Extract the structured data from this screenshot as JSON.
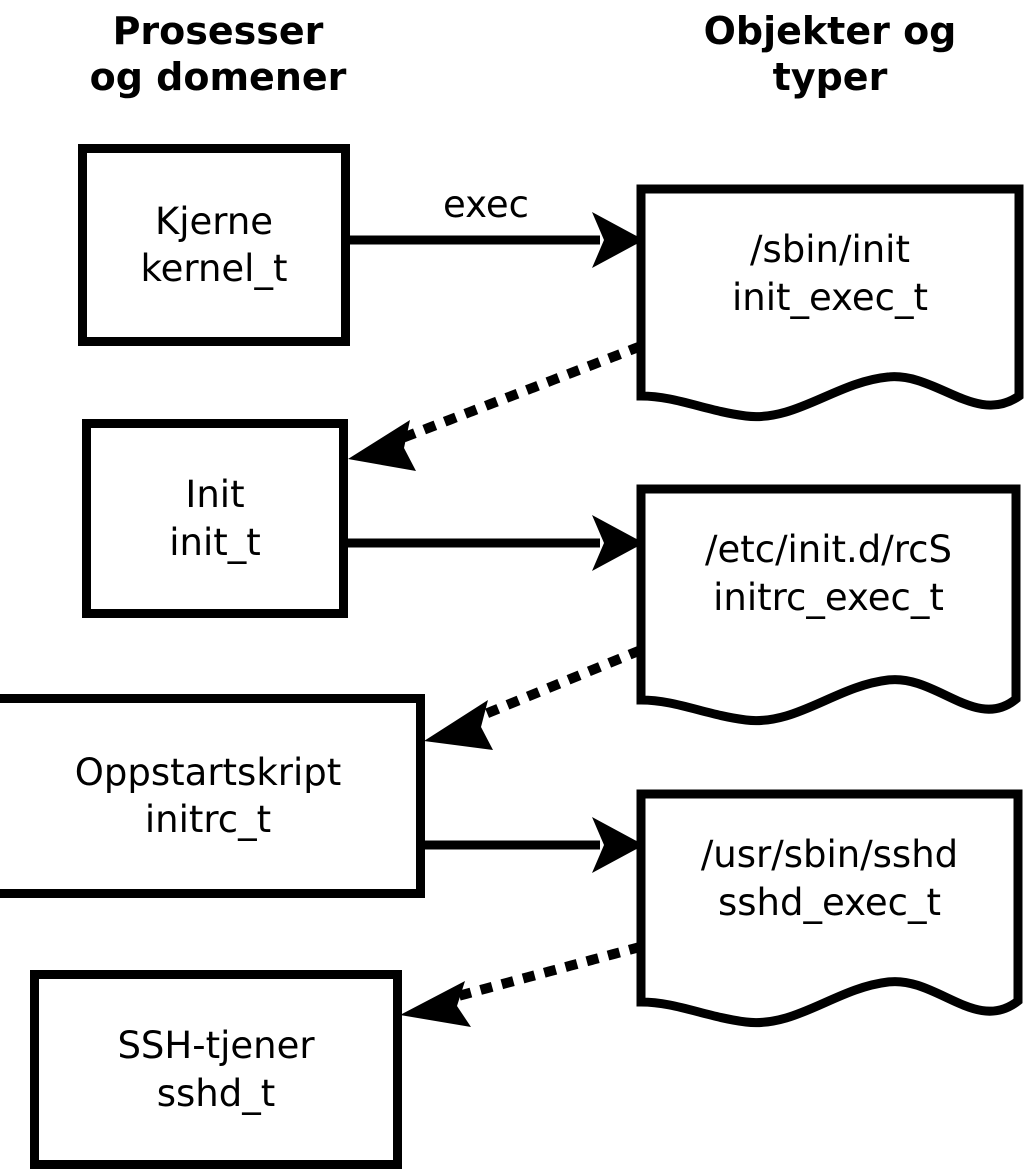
{
  "diagram": {
    "title_implicit": "SELinux prosesser, domener, objekter og typer",
    "columns": {
      "left_header": "Prosesser\nog domener",
      "right_header": "Objekter og\ntyper"
    },
    "process_boxes": [
      {
        "id": "kernel",
        "name": "Kjerne",
        "type": "kernel_t"
      },
      {
        "id": "init",
        "name": "Init",
        "type": "init_t"
      },
      {
        "id": "initrc",
        "name": "Oppstartskript",
        "type": "initrc_t"
      },
      {
        "id": "sshd",
        "name": "SSH-tjener",
        "type": "sshd_t"
      }
    ],
    "object_docs": [
      {
        "id": "init_exec",
        "path": "/sbin/init",
        "type": "init_exec_t"
      },
      {
        "id": "initrc_exec",
        "path": "/etc/init.d/rcS",
        "type": "initrc_exec_t"
      },
      {
        "id": "sshd_exec",
        "path": "/usr/sbin/sshd",
        "type": "sshd_exec_t"
      }
    ],
    "edges": [
      {
        "id": "kernel-exec-init",
        "from": "kernel",
        "to": "init_exec",
        "style": "solid",
        "label": "exec"
      },
      {
        "id": "initexec-transition",
        "from": "init_exec",
        "to": "init",
        "style": "dotted",
        "label": ""
      },
      {
        "id": "init-exec-rcs",
        "from": "init",
        "to": "initrc_exec",
        "style": "solid",
        "label": ""
      },
      {
        "id": "rcsexec-transition",
        "from": "initrc_exec",
        "to": "initrc",
        "style": "dotted",
        "label": ""
      },
      {
        "id": "initrc-exec-sshd",
        "from": "initrc",
        "to": "sshd_exec",
        "style": "solid",
        "label": ""
      },
      {
        "id": "sshdexec-transition",
        "from": "sshd_exec",
        "to": "sshd",
        "style": "dotted",
        "label": ""
      }
    ],
    "colors": {
      "stroke": "#000000",
      "fill": "#ffffff",
      "text": "#000000"
    }
  }
}
